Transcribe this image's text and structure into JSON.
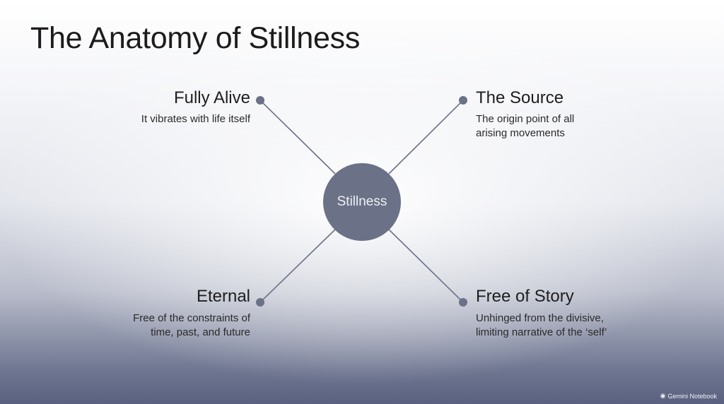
{
  "title": "The Anatomy of Stillness",
  "center": {
    "label": "Stillness"
  },
  "nodes": {
    "top_left": {
      "title": "Fully Alive",
      "description": "It vibrates with life itself"
    },
    "top_right": {
      "title": "The Source",
      "description_line1": "The origin point of all",
      "description_line2": "arising movements"
    },
    "bottom_left": {
      "title": "Eternal",
      "description_line1": "Free of the constraints of",
      "description_line2": "time, past, and future"
    },
    "bottom_right": {
      "title": "Free of Story",
      "description_line1": "Unhinged from the divisive,",
      "description_line2": "limiting narrative of the ‘self’"
    }
  },
  "watermark": {
    "text": "Gemini Notebook",
    "icon": "notebook-icon"
  },
  "colors": {
    "node": "#6b7186",
    "line": "#6b7186"
  }
}
